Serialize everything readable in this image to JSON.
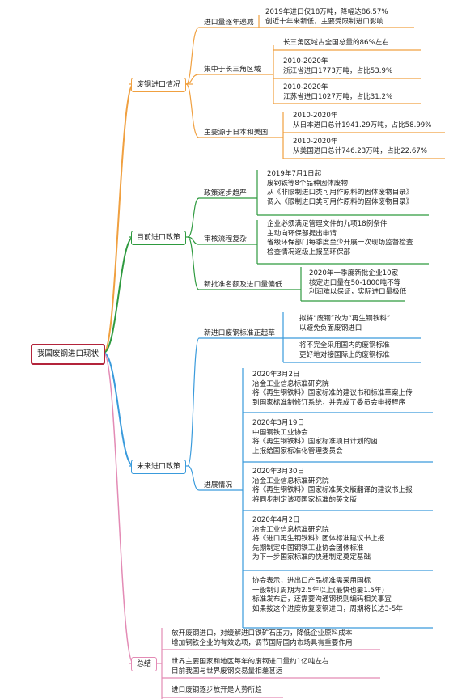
{
  "title": "我国废钢进口现状",
  "colors": {
    "orange": "#f0a040",
    "green": "#2e9a3f",
    "blue": "#3a9bdc",
    "pink": "#e38bb5",
    "root": "#b3243b"
  },
  "branches": {
    "import": {
      "label": "废钢进口情况",
      "decline": {
        "label": "进口量逐年递减",
        "n1": [
          "2019年进口仅18万吨，降幅达86.57%",
          "创近十年来新低，主要受限制进口影响"
        ]
      },
      "yrd": {
        "label": "集中于长三角区域",
        "n1": [
          "长三角区域占全国总量的86%左右"
        ],
        "n2": [
          "2010-2020年",
          "浙江省进口1773万吨，占比53.9%"
        ],
        "n3": [
          "2010-2020年",
          "江苏省进口1027万吨，占比31.2%"
        ]
      },
      "source": {
        "label": "主要源于日本和美国",
        "n1": [
          "2010-2020年",
          "从日本进口总计1941.29万吨，占比58.99%"
        ],
        "n2": [
          "2010-2020年",
          "从美国进口总计746.23万吨，占比22.67%"
        ]
      }
    },
    "current": {
      "label": "目前进口政策",
      "tighten": {
        "label": "政策逐步趋严",
        "n1": [
          "2019年7月1日起",
          "废钢铁等8个品种固体废物",
          "从《非限制进口类可用作原料的固体废物目录》",
          "调入《限制进口类可用作原料的固体废物目录》"
        ]
      },
      "review": {
        "label": "审核流程复杂",
        "n1": [
          "企业必须满足管理文件的九项18例条件",
          "主动向环保部提出申请",
          "省级环保部门每季度至少开展一次现场监督检查",
          "检查情况逐级上报至环保部"
        ]
      },
      "quota": {
        "label": "新批准名额及进口量偏低",
        "n1": [
          "2020年一季度新批企业10家",
          "核定进口量在50-1800吨不等",
          "利润难以保证，实际进口量极低"
        ]
      }
    },
    "future": {
      "label": "未来进口政策",
      "draft": {
        "label": "新进口废钢标准正起草",
        "n1": [
          "拟将“废钢”改为“再生钢铁料”",
          "以避免负面废钢进口"
        ],
        "n2": [
          "将不完全采用国内的废钢标准",
          "更好地对接国际上的废钢标准"
        ]
      },
      "progress": {
        "label": "进展情况",
        "n1": [
          "2020年3月2日",
          "冶金工业信息标准研究院",
          "将《再生钢铁料》国家标准的建议书和标准草案上传",
          "到国家标准制修订系统，并完成了委员会申报程序"
        ],
        "n2": [
          "2020年3月19日",
          "中国钢铁工业协会",
          "将《再生钢铁料》国家标准项目计划的函",
          "上报给国家标准化管理委员会"
        ],
        "n3": [
          "2020年3月30日",
          "冶金工业信息标准研究院",
          "将《再生钢铁料》国家标准英文版翻译的建议书上报",
          "将同步制定该项国家标准的英文版"
        ],
        "n4": [
          "2020年4月2日",
          "冶金工业信息标准研究院",
          "将《进口再生钢铁料》团体标准建议书上报",
          "先期制定中国钢铁工业协会团体标准",
          "为下一步国家标准的快速制定奠定基础"
        ],
        "n5": [
          "协会表示，进出口产品标准需采用国标",
          "一般制订周期为2.5年以上(最快也要1.5年)",
          "标准发布后，还需要沟通钢税则编码相关事宜",
          "如果按这个进度恢复废钢进口，周期将长达3-5年"
        ]
      }
    },
    "summary": {
      "label": "总结",
      "n1": [
        "放开废钢进口，对缓解进口铁矿石压力，降低企业原料成本",
        "增加钢铁企业的有效选项，调节国际国内市场具有重要作用"
      ],
      "n2": [
        "世界主要国家和地区每年的废钢进口量约1亿吨左右",
        "目前我国与世界废钢交易量相差甚远"
      ],
      "n3": [
        "进口废钢逐步放开是大势所趋"
      ]
    }
  }
}
